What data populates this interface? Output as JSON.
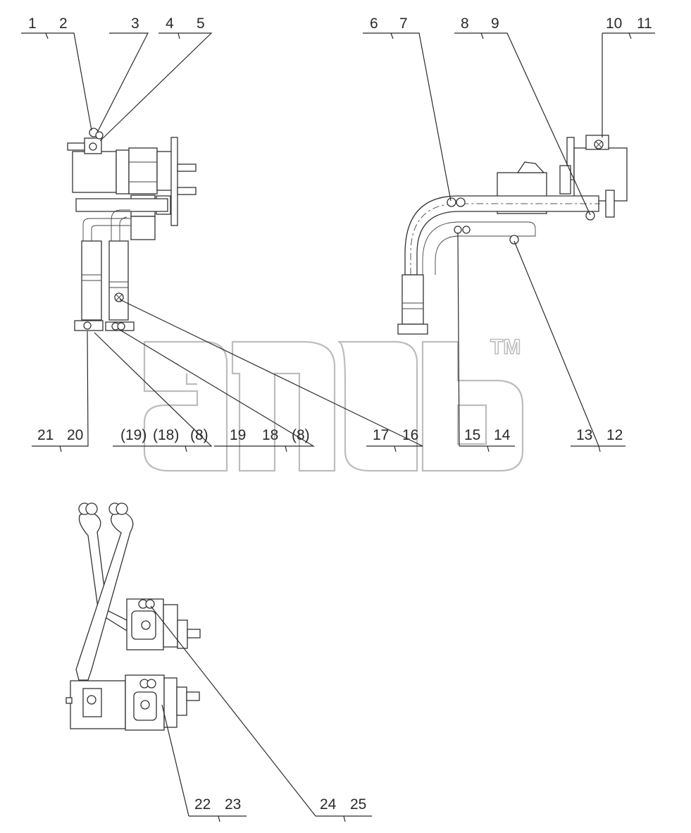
{
  "callouts": {
    "c1": "1",
    "c2": "2",
    "c3": "3",
    "c4": "4",
    "c5": "5",
    "c6": "6",
    "c7": "7",
    "c8": "8",
    "c9": "9",
    "c10": "10",
    "c11": "11",
    "c12": "12",
    "c13": "13",
    "c14": "14",
    "c15": "15",
    "c16": "16",
    "c17": "17",
    "c18": "18",
    "c19": "19",
    "c19p": "(19)",
    "c18p": "(18)",
    "c8p1": "(8)",
    "c8p2": "(8)",
    "c20": "20",
    "c21": "21",
    "c22": "22",
    "c23": "23",
    "c24": "24",
    "c25": "25"
  },
  "watermark": {
    "trademark": "TM"
  }
}
